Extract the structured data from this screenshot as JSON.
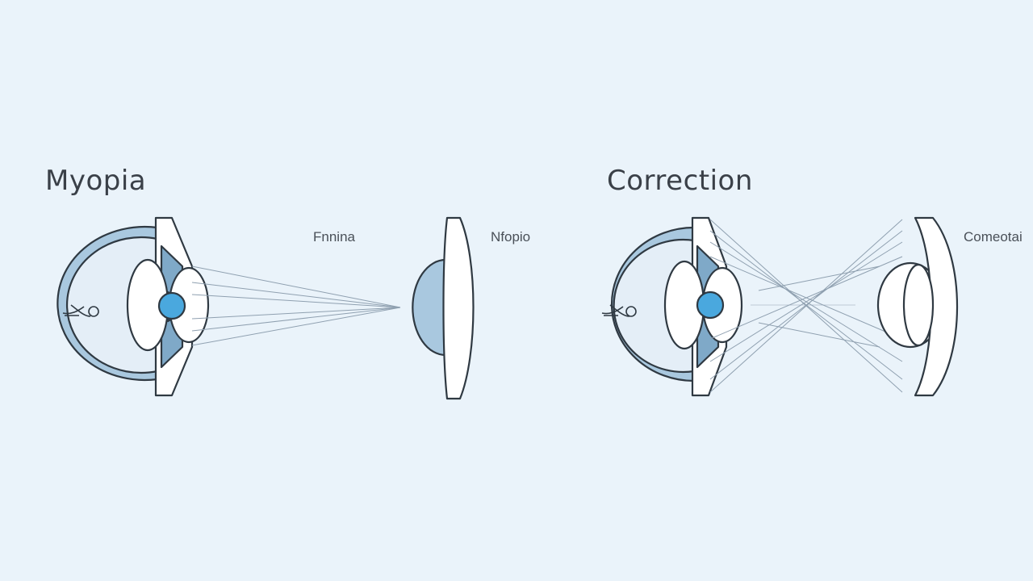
{
  "colors": {
    "background": "#eaf3fa",
    "outline": "#2f3942",
    "eye_fill": "#a9c8df",
    "eye_fill_dark": "#7fa9c8",
    "pupil": "#4aa8de",
    "ray": "#8fa0b0"
  },
  "panels": {
    "left": {
      "title": "Myopia",
      "labels": {
        "retina": "Fnnina",
        "lens": "Nfopio"
      }
    },
    "right": {
      "title": "Correction",
      "labels": {
        "lens": "Comeotai"
      }
    }
  },
  "icons": {
    "eye_left": "eye-cross-section-icon",
    "lens_left": "convex-lens-icon",
    "eye_right": "eye-cross-section-icon",
    "lens_right": "corrective-lens-icon"
  }
}
